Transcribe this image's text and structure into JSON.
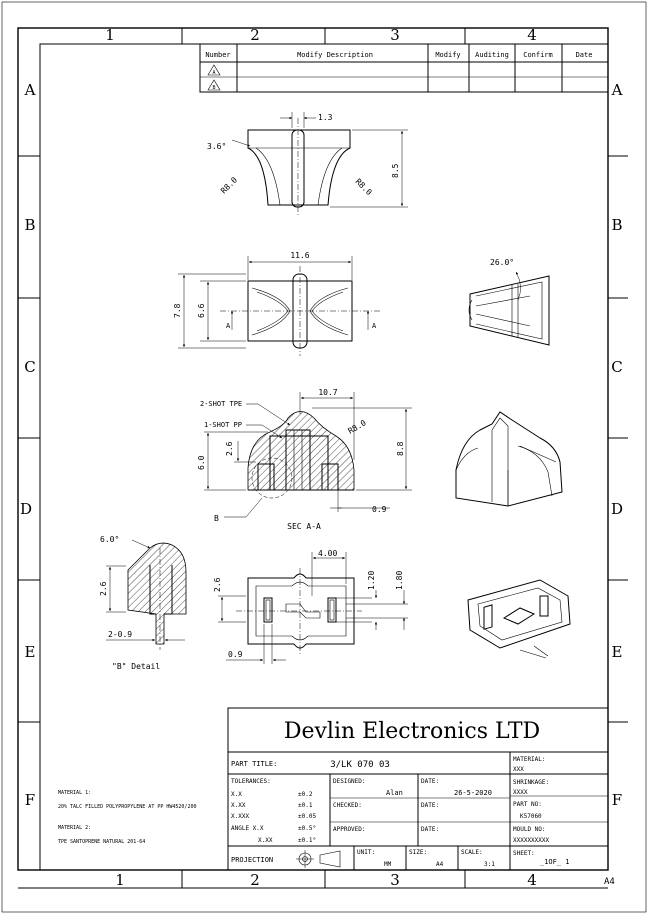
{
  "zones": {
    "columns": [
      "1",
      "2",
      "3",
      "4"
    ],
    "rows": [
      "A",
      "B",
      "C",
      "D",
      "E",
      "F"
    ]
  },
  "revision_table": {
    "headers": [
      "Number",
      "Modify Description",
      "Modify",
      "Auditing",
      "Confirm",
      "Date"
    ],
    "rows": [
      {
        "number": "A"
      },
      {
        "number": "B"
      }
    ]
  },
  "dimensions": {
    "top_view": {
      "angle": "3.6°",
      "width": "1.3",
      "height": "8.5",
      "radius_left": "R8.0",
      "radius_right": "R8.0"
    },
    "front_view": {
      "width": "11.6",
      "height_outer": "7.8",
      "height_inner": "6.6",
      "section_left": "A",
      "section_right": "A"
    },
    "side_view": {
      "angle": "26.0°"
    },
    "section": {
      "label_tpe": "2-SHOT TPE",
      "label_pp": "1-SHOT PP",
      "width": "10.7",
      "radius": "R8.0",
      "height_left": "6.0",
      "height_small": "2.6",
      "height_right": "8.8",
      "bottom": "0.9",
      "detail_ref": "B",
      "title": "SEC A-A"
    },
    "detail": {
      "angle": "6.0°",
      "height": "2.6",
      "bottom": "2-0.9",
      "title": "\"B\" Detail"
    },
    "bottom_view": {
      "width": "4.00",
      "dim1": "1.20",
      "dim2": "1.80",
      "height": "2.6",
      "bottom": "0.9"
    }
  },
  "title_block": {
    "company": "Devlin Electronics LTD",
    "part_title_label": "PART TITLE:",
    "part_title": "3/LK 070 03",
    "material_label": "MATERIAL:",
    "material": "XXX",
    "shrinkage_label": "SHRINKAGE:",
    "shrinkage": "XXXX",
    "part_no_label": "PART NO:",
    "part_no": "K57060",
    "mould_no_label": "MOULD NO:",
    "mould_no": "XXXXXXXXXX",
    "sheet_label": "SHEET:",
    "sheet": "_1OF_ 1",
    "tolerances_label": "TOLERANCES:",
    "tolerances": [
      {
        "format": "X.X",
        "value": "±0.2"
      },
      {
        "format": "X.XX",
        "value": "±0.1"
      },
      {
        "format": "X.XXX",
        "value": "±0.05"
      },
      {
        "format": "ANGLE  X.X",
        "value": "±0.5°"
      },
      {
        "format": "X.XX",
        "value": "±0.1°"
      }
    ],
    "designed_label": "DESIGNED:",
    "designed": "Alan",
    "checked_label": "CHECKED:",
    "approved_label": "APPROVED:",
    "date_label": "DATE:",
    "date": "26-5-2020",
    "projection_label": "PROJECTION",
    "unit_label": "UNIT:",
    "unit": "MM",
    "size_label": "SIZE:",
    "size": "A4",
    "scale_label": "SCALE:",
    "scale": "3:1",
    "paper_size": "A4"
  },
  "materials": {
    "material1_label": "MATERIAL 1:",
    "material1": "20% TALC FILLED POLYPROPYLENE AT PP HW4520/200",
    "material2_label": "MATERIAL 2:",
    "material2": "TPE SANTOPRENE NATURAL 201-64"
  }
}
